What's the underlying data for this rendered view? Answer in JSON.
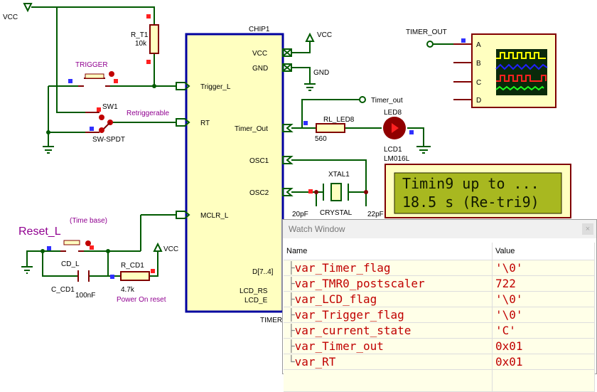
{
  "schematic": {
    "vcc_label": "VCC",
    "chip_name": "CHIP1",
    "chip_type": "TIMER",
    "chip_pins_left": [
      "Trigger_L",
      "RT",
      "MCLR_L"
    ],
    "chip_pins_right": [
      "VCC",
      "GND",
      "Timer_Out",
      "OSC1",
      "OSC2",
      "D[7..4]",
      "LCD_RS",
      "LCD_E"
    ],
    "vcc_chip": "VCC",
    "gnd_chip": "GND",
    "r_t1": "R_T1",
    "r_t1_val": "10k",
    "trigger": "TRIGGER",
    "sw1": "SW1",
    "sw_type": "SW-SPDT",
    "retrig": "Retriggerable",
    "timer_out_term": "Timer_out",
    "rl_led8": "RL_LED8",
    "rl_val": "560",
    "led8": "LED8",
    "lcd1": "LCD1",
    "lcd_type": "LM016L",
    "xtal": "XTAL1",
    "crystal": "CRYSTAL",
    "c1": "20pF",
    "c2": "22pF",
    "reset": "Reset_L",
    "timebase": "(Time base)",
    "cd_l": "CD_L",
    "vcc2": "VCC",
    "c_cd1": "C_CD1",
    "c_val": "100nF",
    "r_cd1": "R_CD1",
    "r_cd1_val": "4.7k",
    "por": "Power On reset",
    "timer_out_scope": "TIMER_OUT",
    "scope_ch": [
      "A",
      "B",
      "C",
      "D"
    ]
  },
  "lcd": {
    "line1": "Timin9 up to ...",
    "line2": "18.5 s (Re-tri9)"
  },
  "watch": {
    "title": "Watch Window",
    "close": "×",
    "columns": [
      "Name",
      "Value"
    ],
    "rows": [
      {
        "name": "var_Timer_flag",
        "value": "'\\0'"
      },
      {
        "name": "var_TMR0_postscaler",
        "value": "722"
      },
      {
        "name": "var_LCD_flag",
        "value": "'\\0'"
      },
      {
        "name": "var_Trigger_flag",
        "value": "'\\0'"
      },
      {
        "name": "var_current_state",
        "value": "'C'"
      },
      {
        "name": "var_Timer_out",
        "value": "0x01"
      },
      {
        "name": "var_RT",
        "value": "0x01"
      }
    ]
  },
  "colors": {
    "wire": "#005a00",
    "chip_border": "#0000a0",
    "chip_fill": "#ffffc0",
    "value_text": "#c00000"
  }
}
